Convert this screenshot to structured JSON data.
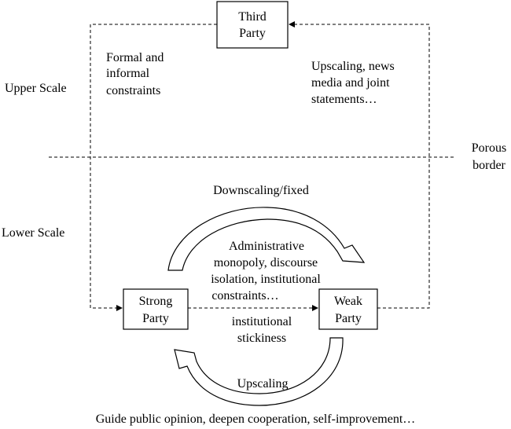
{
  "scales": {
    "upper": "Upper Scale",
    "lower": "Lower Scale"
  },
  "border": {
    "line1": "Porous",
    "line2": "border"
  },
  "nodes": {
    "third_party": {
      "line1": "Third",
      "line2": "Party"
    },
    "strong_party": {
      "line1": "Strong",
      "line2": "Party"
    },
    "weak_party": {
      "line1": "Weak",
      "line2": "Party"
    }
  },
  "annotations": {
    "formal_constraints": {
      "line1": "Formal and",
      "line2": "informal",
      "line3": "constraints"
    },
    "upscaling_media": {
      "line1": "Upscaling, news",
      "line2": "media and joint",
      "line3": "statements…"
    },
    "downscaling": "Downscaling/fixed",
    "administrative": {
      "line1": "Administrative",
      "line2": "monopoly, discourse",
      "line3": "isolation, institutional",
      "line4": "constraints…"
    },
    "stickiness": {
      "line1": "institutional",
      "line2": "stickiness"
    },
    "upscaling": "Upscaling",
    "bottom": "Guide public opinion, deepen cooperation, self-improvement…"
  }
}
